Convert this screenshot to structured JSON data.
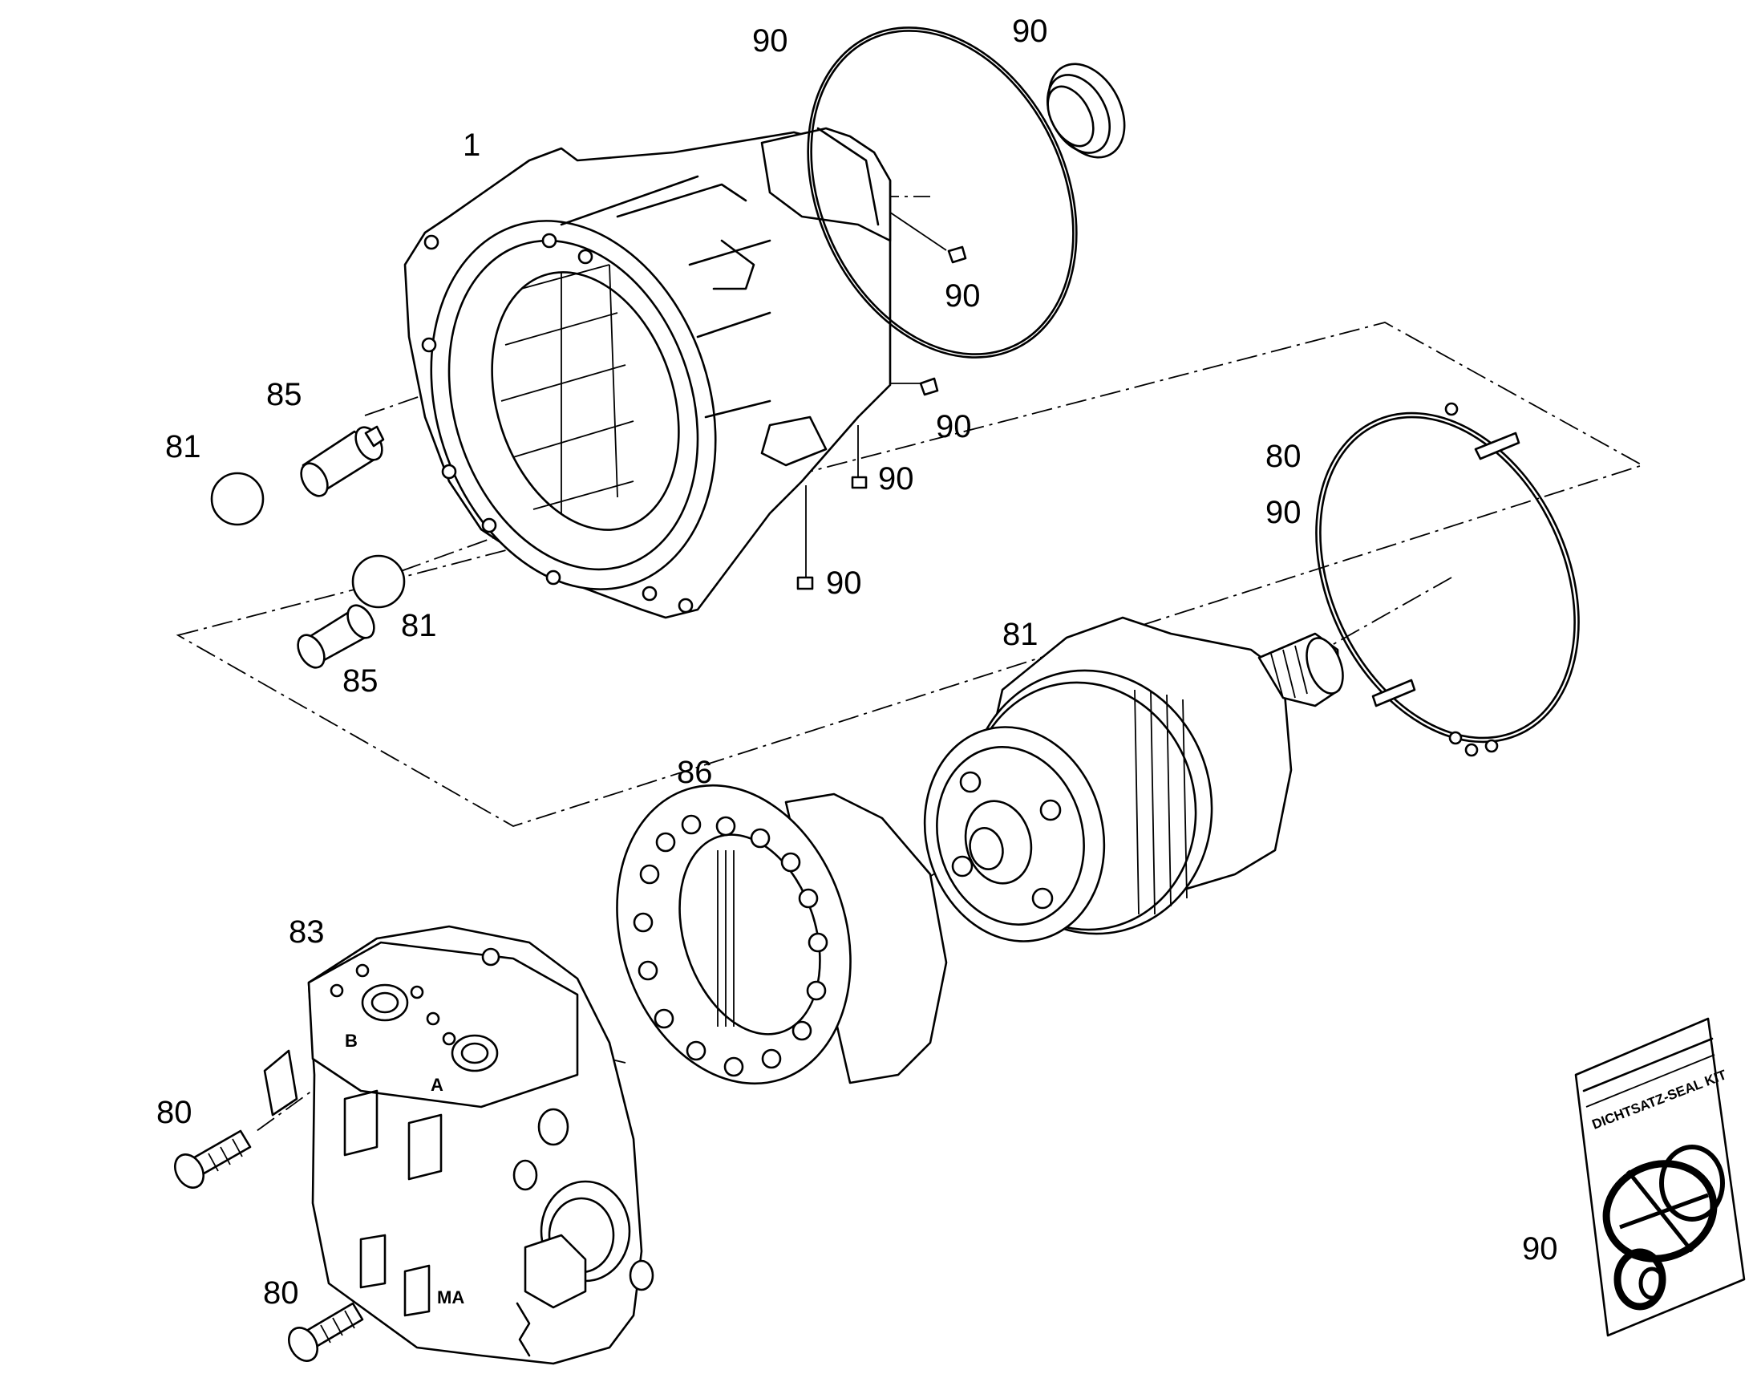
{
  "callouts": {
    "c1": "1",
    "c90_ring_top": "90",
    "c90_seal_top": "90",
    "c90_screw_a": "90",
    "c90_screw_b": "90",
    "c90_screw_c": "90",
    "c90_screw_d": "90",
    "c85_upper": "85",
    "c81_ball_upper": "81",
    "c81_ball_lower": "81",
    "c85_lower": "85",
    "c80_ring": "80",
    "c90_ring": "90",
    "c81_drive": "81",
    "c86": "86",
    "c83": "83",
    "c80_bolt_upper": "80",
    "c80_bolt_lower": "80",
    "c90_kit": "90"
  },
  "seal_kit": {
    "bag_label": "DICHTSATZ-SEAL KIT"
  },
  "valve_marks": {
    "port_b": "B",
    "port_a": "A",
    "port_ma": "MA"
  },
  "colors": {
    "ink": "#000000",
    "paper": "#ffffff"
  }
}
